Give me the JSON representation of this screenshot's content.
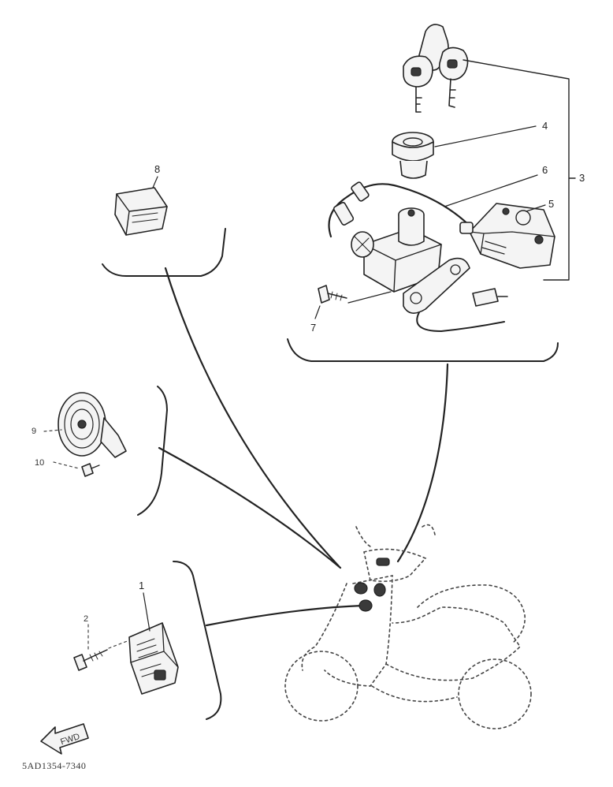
{
  "diagram": {
    "part_labels": {
      "p1": "1",
      "p2": "2",
      "p3": "3",
      "p4": "4",
      "p5": "5",
      "p6": "6",
      "p7": "7",
      "p8": "8",
      "p9": "9",
      "p10": "10"
    },
    "direction_arrow": "FWD",
    "reference_code": "5AD1354-7340"
  }
}
